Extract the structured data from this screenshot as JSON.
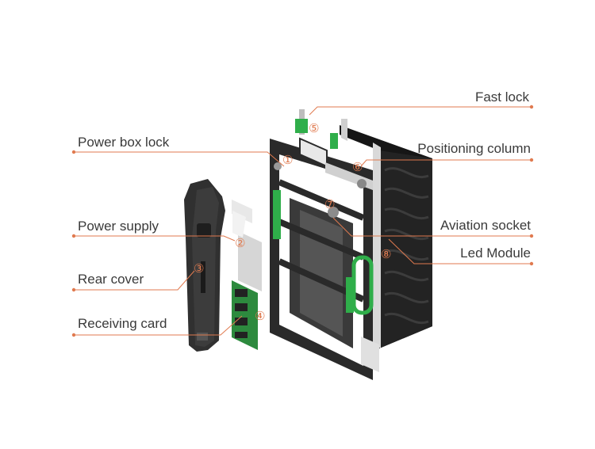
{
  "accent_color": "#e07a4f",
  "labels": {
    "fast_lock": "Fast lock",
    "power_box_lock": "Power box lock",
    "positioning_column": "Positioning column",
    "power_supply": "Power supply",
    "aviation_socket": "Aviation socket",
    "led_module": "Led Module",
    "rear_cover": "Rear cover",
    "receiving_card": "Receiving card"
  },
  "markers": {
    "m1": "①",
    "m2": "②",
    "m3": "③",
    "m4": "④",
    "m5": "⑤",
    "m6": "⑥",
    "m7": "⑦",
    "m8": "⑧"
  }
}
